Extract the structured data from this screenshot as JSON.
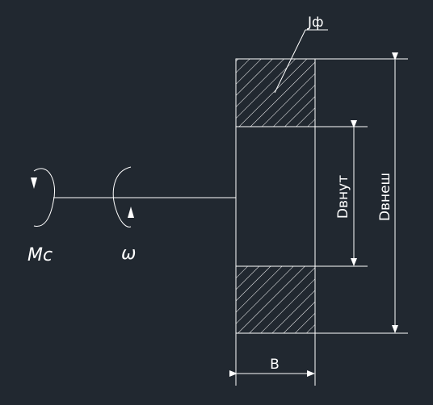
{
  "diagram": {
    "labels": {
      "inertia": "Jф",
      "inner_diameter": "Dвнут",
      "outer_diameter": "Dвнеш",
      "width": "B",
      "moment": "Mc",
      "omega": "ω"
    },
    "colors": {
      "background": "#212830",
      "line": "#ffffff"
    }
  }
}
